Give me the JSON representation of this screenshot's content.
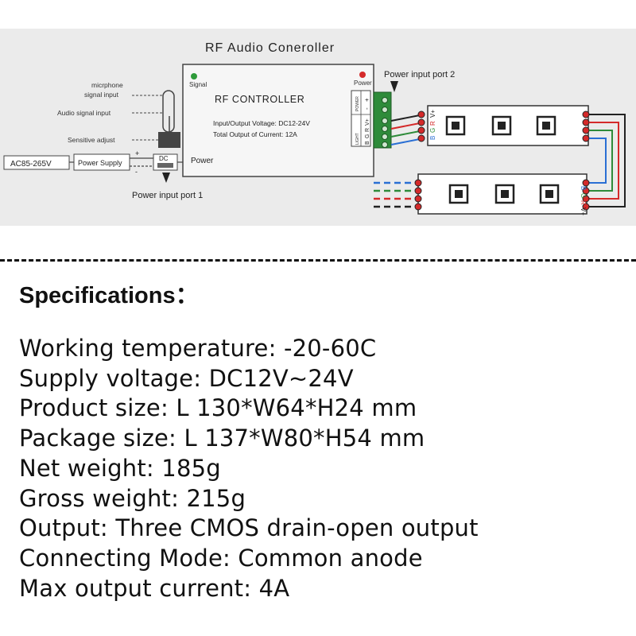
{
  "diagram": {
    "title": "RF Audio Coneroller",
    "controller_label": "RF CONTROLLER",
    "signal_label": "Signal",
    "power_led_label": "Power",
    "voltage_text": "Input/Output Voltage: DC12-24V",
    "current_text": "Total Output of Current: 12A",
    "microphone_label_1": "micrphone",
    "microphone_label_2": "signal input",
    "audio_input_label": "Audio signal input",
    "sensitive_label": "Sensitive adjust",
    "ac_label": "AC85-265V",
    "power_supply_label": "Power Supply",
    "dc_label": "DC",
    "power_label": "Power",
    "plus_label": "+",
    "minus_label": "-",
    "power_port_1": "Power input port 1",
    "power_port_2": "Power input port 2",
    "terminal_power_label": "POWER",
    "terminal_light_label": "LIGHT",
    "terminal_pins_top": [
      "+",
      "-"
    ],
    "terminal_pins_bottom": [
      "V+",
      "R",
      "G",
      "B"
    ],
    "strip1_pins": [
      "V+",
      "R",
      "G",
      "B"
    ],
    "strip2_pins": [
      "B",
      "G",
      "R",
      "V+"
    ],
    "wire_colors": {
      "vplus": "#222222",
      "red": "#d42a2a",
      "green": "#2e8b3a",
      "blue": "#2a6fd4"
    }
  },
  "specs": {
    "title": "Specifications：",
    "items": [
      "Working temperature: -20-60C",
      "Supply voltage: DC12V~24V",
      "Product size:  L 130*W64*H24 mm",
      "Package size: L 137*W80*H54 mm",
      "Net weight: 185g",
      "Gross weight: 215g",
      "Output: Three CMOS drain-open output",
      "Connecting Mode: Common anode",
      "Max output current: 4A"
    ]
  }
}
